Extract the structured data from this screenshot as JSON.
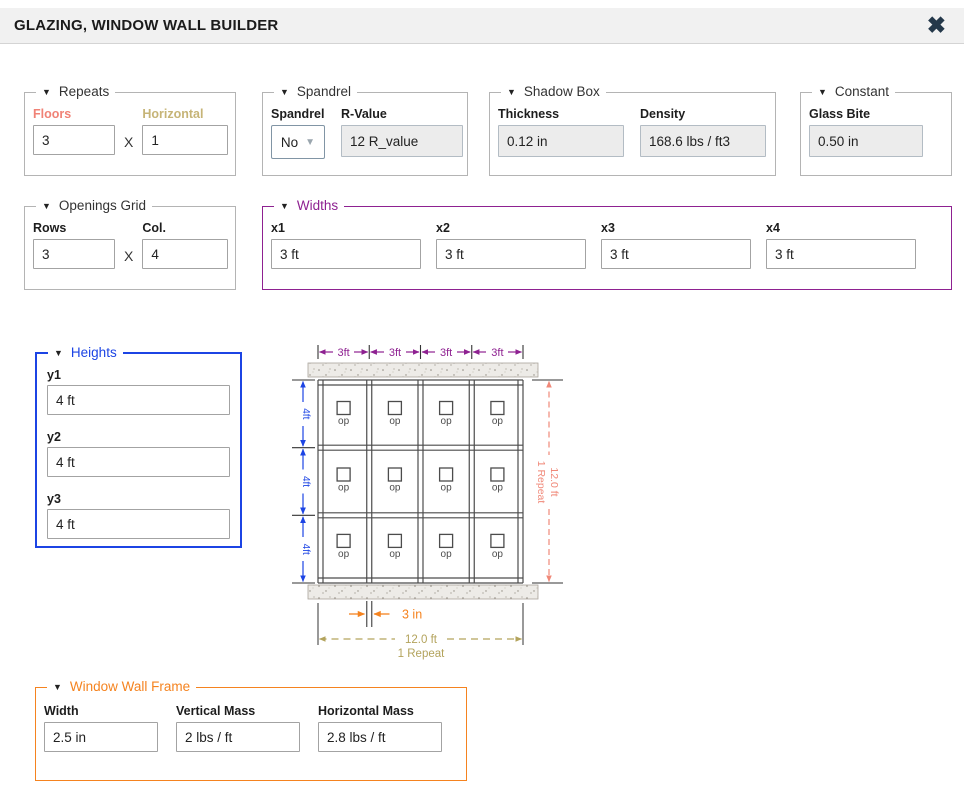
{
  "header": {
    "title": "GLAZING, WINDOW WALL BUILDER",
    "close_icon": "✖"
  },
  "ui": {
    "collapse_glyph": "▼",
    "dropdown_glyph": "▼",
    "times_glyph": "X"
  },
  "groups": {
    "repeats": {
      "legend": "Repeats",
      "floors_label": "Floors",
      "floors_value": "3",
      "horizontal_label": "Horizontal",
      "horizontal_value": "1"
    },
    "spandrel": {
      "legend": "Spandrel",
      "spandrel_label": "Spandrel",
      "spandrel_value": "No",
      "rvalue_label": "R-Value",
      "rvalue_value": "12 R_value"
    },
    "shadow_box": {
      "legend": "Shadow Box",
      "thickness_label": "Thickness",
      "thickness_value": "0.12 in",
      "density_label": "Density",
      "density_value": "168.6 lbs / ft3"
    },
    "constant": {
      "legend": "Constant",
      "glass_bite_label": "Glass Bite",
      "glass_bite_value": "0.50 in"
    },
    "openings_grid": {
      "legend": "Openings Grid",
      "rows_label": "Rows",
      "rows_value": "3",
      "col_label": "Col.",
      "col_value": "4"
    },
    "widths": {
      "legend": "Widths",
      "fields": [
        {
          "label": "x1",
          "value": "3 ft"
        },
        {
          "label": "x2",
          "value": "3 ft"
        },
        {
          "label": "x3",
          "value": "3 ft"
        },
        {
          "label": "x4",
          "value": "3 ft"
        }
      ]
    },
    "heights": {
      "legend": "Heights",
      "fields": [
        {
          "label": "y1",
          "value": "4 ft"
        },
        {
          "label": "y2",
          "value": "4 ft"
        },
        {
          "label": "y3",
          "value": "4 ft"
        }
      ]
    },
    "frame": {
      "legend": "Window Wall Frame",
      "fields": [
        {
          "label": "Width",
          "value": "2.5 in"
        },
        {
          "label": "Vertical Mass",
          "value": "2 lbs / ft"
        },
        {
          "label": "Horizontal Mass",
          "value": "2.8 lbs / ft"
        }
      ]
    }
  },
  "diagram": {
    "top_dims": [
      "3ft",
      "3ft",
      "3ft",
      "3ft"
    ],
    "left_dims": [
      "4ft",
      "4ft",
      "4ft"
    ],
    "right_dim": {
      "line1": "12.0 ft",
      "line2": "1 Repeat"
    },
    "mullion_dim": "3 in",
    "bottom_dim": {
      "line1": "12.0 ft",
      "line2": "1 Repeat"
    },
    "opening_label": "op"
  },
  "colors": {
    "widths_purple": "#8E2191",
    "heights_blue": "#1C44E4",
    "frame_orange": "#F5831F",
    "repeat_salmon": "#F08878",
    "repeat_olive": "#B3A35C",
    "floors_label": "#F08276",
    "horizontal_label": "#C6B477"
  }
}
